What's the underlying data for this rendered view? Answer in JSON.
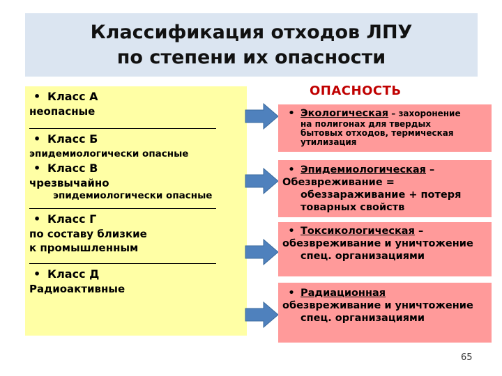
{
  "title": {
    "line1": "Классификация отходов ЛПУ",
    "line2": "по степени их опасности"
  },
  "left_panel": {
    "class_a": {
      "label": "Класс А",
      "desc": "неопасные"
    },
    "class_b": {
      "label": "Класс Б",
      "desc": "эпидемиологически опасные"
    },
    "class_v": {
      "label": "Класс В",
      "desc1": "чрезвычайно",
      "desc2": "эпидемиологически опасные"
    },
    "class_g": {
      "label": "Класс Г",
      "desc1": "по составу  близкие",
      "desc2": "к промышленным"
    },
    "class_d": {
      "label": "Класс Д",
      "desc": "Радиоактивные"
    }
  },
  "danger_header": "ОПАСНОСТЬ",
  "boxes": {
    "eco": {
      "title": "Экологическая",
      "rest1": " – захоронение",
      "rest2": "на полигонах для твердых",
      "rest3": "бытовых отходов, термическая",
      "rest4": "утилизация"
    },
    "epid": {
      "title": "Эпидемиологическая",
      "dash": " –",
      "line2": "Обезвреживание =",
      "line3": "обеззараживание + потеря",
      "line4": "товарных свойств"
    },
    "tox": {
      "title": "Токсикологическая",
      "dash": " –",
      "line2": "обезвреживание и уничтожение",
      "line3": "спец. организациями"
    },
    "rad": {
      "title": "Радиационная",
      "line2": "обезвреживание и уничтожение",
      "line3": "спец. организациями"
    }
  },
  "page_number": "65",
  "colors": {
    "title_bg": "#dbe5f1",
    "panel_bg": "#ffffa5",
    "box_bg": "#ff9a9a",
    "arrow": "#4f81bd",
    "header": "#c00000"
  }
}
